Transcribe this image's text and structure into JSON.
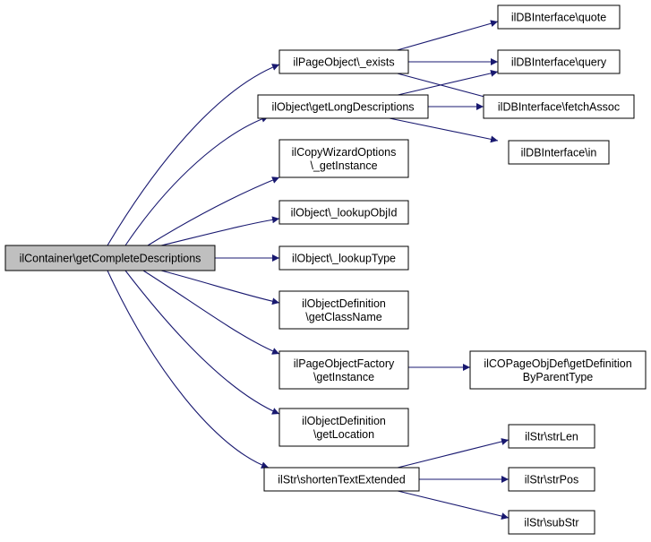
{
  "colors": {
    "node_fill": "#ffffff",
    "root_fill": "#bfbfbf",
    "node_stroke": "#000000",
    "edge": "#191970"
  },
  "nodes": {
    "root": {
      "lines": [
        "ilContainer\\getCompleteDescriptions"
      ]
    },
    "page_exists": {
      "lines": [
        "ilPageObject\\_exists"
      ]
    },
    "get_long_desc": {
      "lines": [
        "ilObject\\getLongDescriptions"
      ]
    },
    "copy_wizard": {
      "lines": [
        "ilCopyWizardOptions",
        "\\_getInstance"
      ]
    },
    "lookup_obj_id": {
      "lines": [
        "ilObject\\_lookupObjId"
      ]
    },
    "lookup_type": {
      "lines": [
        "ilObject\\_lookupType"
      ]
    },
    "get_class_name": {
      "lines": [
        "ilObjectDefinition",
        "\\getClassName"
      ]
    },
    "page_factory": {
      "lines": [
        "ilPageObjectFactory",
        "\\getInstance"
      ]
    },
    "get_location": {
      "lines": [
        "ilObjectDefinition",
        "\\getLocation"
      ]
    },
    "shorten_text": {
      "lines": [
        "ilStr\\shortenTextExtended"
      ]
    },
    "db_quote": {
      "lines": [
        "ilDBInterface\\quote"
      ]
    },
    "db_query": {
      "lines": [
        "ilDBInterface\\query"
      ]
    },
    "db_fetch": {
      "lines": [
        "ilDBInterface\\fetchAssoc"
      ]
    },
    "db_in": {
      "lines": [
        "ilDBInterface\\in"
      ]
    },
    "copage_def": {
      "lines": [
        "ilCOPageObjDef\\getDefinition",
        "ByParentType"
      ]
    },
    "str_len": {
      "lines": [
        "ilStr\\strLen"
      ]
    },
    "str_pos": {
      "lines": [
        "ilStr\\strPos"
      ]
    },
    "sub_str": {
      "lines": [
        "ilStr\\subStr"
      ]
    }
  }
}
